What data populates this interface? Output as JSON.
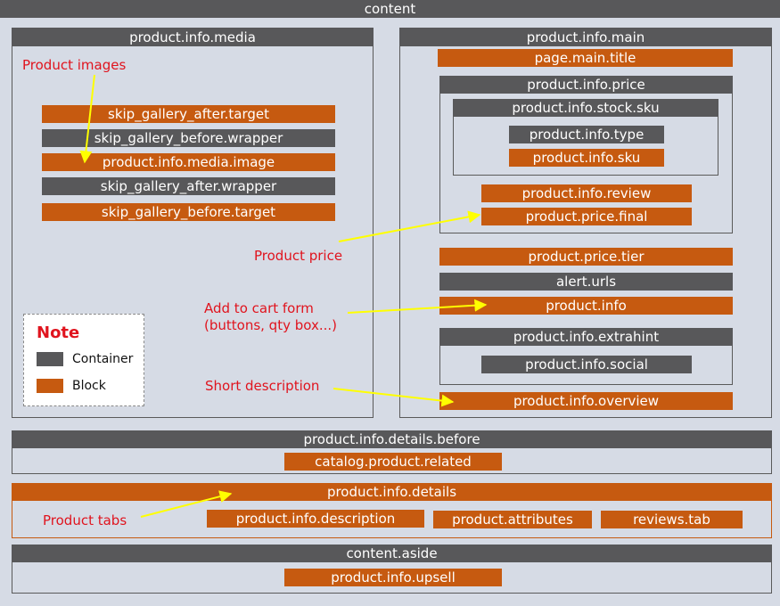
{
  "content": "content",
  "media": {
    "title": "product.info.media",
    "items": [
      "skip_gallery_after.target",
      "skip_gallery_before.wrapper",
      "product.info.media.image",
      "skip_gallery_after.wrapper",
      "skip_gallery_before.target"
    ]
  },
  "main": {
    "title": "product.info.main",
    "page_main_title": "page.main.title",
    "price": {
      "title": "product.info.price",
      "stock_sku": {
        "title": "product.info.stock.sku",
        "type": "product.info.type",
        "sku": "product.info.sku"
      },
      "review": "product.info.review",
      "final": "product.price.final"
    },
    "tier": "product.price.tier",
    "alert": "alert.urls",
    "info": "product.info",
    "extrahint": {
      "title": "product.info.extrahint",
      "social": "product.info.social"
    },
    "overview": "product.info.overview"
  },
  "details_before": {
    "title": "product.info.details.before",
    "related": "catalog.product.related"
  },
  "details": {
    "title": "product.info.details",
    "description": "product.info.description",
    "attributes": "product.attributes",
    "reviews": "reviews.tab"
  },
  "aside": {
    "title": "content.aside",
    "upsell": "product.info.upsell"
  },
  "annotations": {
    "images": "Product images",
    "price": "Product price",
    "cart_line1": "Add to cart form",
    "cart_line2": "(buttons, qty box...)",
    "short": "Short description",
    "tabs": "Product tabs"
  },
  "legend": {
    "title": "Note",
    "container": "Container",
    "block": "Block"
  },
  "colors": {
    "container": "#58585a",
    "block": "#c65a10",
    "annotation": "#e0141e",
    "arrow": "#ffff00",
    "background": "#d6dbe5"
  }
}
